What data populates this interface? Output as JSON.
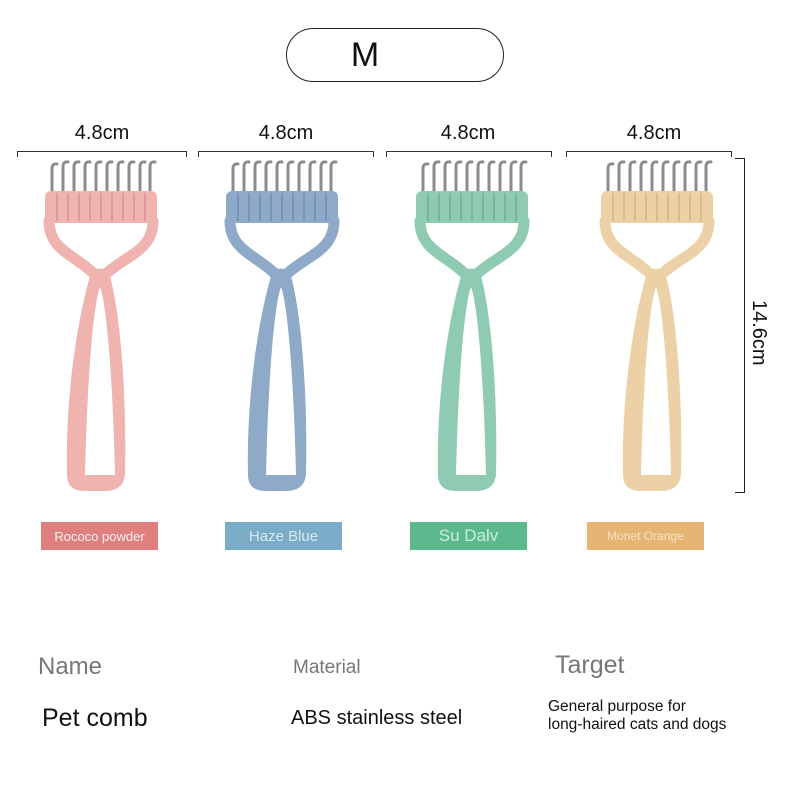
{
  "size_badge": {
    "label": "M"
  },
  "dimensions": {
    "widths": [
      "4.8cm",
      "4.8cm",
      "4.8cm",
      "4.8cm"
    ],
    "height": "14.6cm"
  },
  "variants": [
    {
      "name": "Rococo powder",
      "badge_color": "#e07f7f",
      "body_color": "#efb4b0",
      "shade_color": "#d9928e"
    },
    {
      "name": "Haze Blue",
      "badge_color": "#7aacc7",
      "body_color": "#8fa9c9",
      "shade_color": "#6f8db3"
    },
    {
      "name": "Su Dalv",
      "badge_color": "#5cb88d",
      "body_color": "#8fcab2",
      "shade_color": "#6fb096"
    },
    {
      "name": "Monet Orange",
      "badge_color": "#e6b574",
      "body_color": "#ecd1a7",
      "shade_color": "#d5b482"
    }
  ],
  "specs": {
    "name": {
      "heading": "Name",
      "value": "Pet comb"
    },
    "material": {
      "heading": "Material",
      "value": "ABS stainless steel"
    },
    "target": {
      "heading": "Target",
      "value_line1": "General purpose for",
      "value_line2": "long-haired cats and dogs"
    }
  }
}
